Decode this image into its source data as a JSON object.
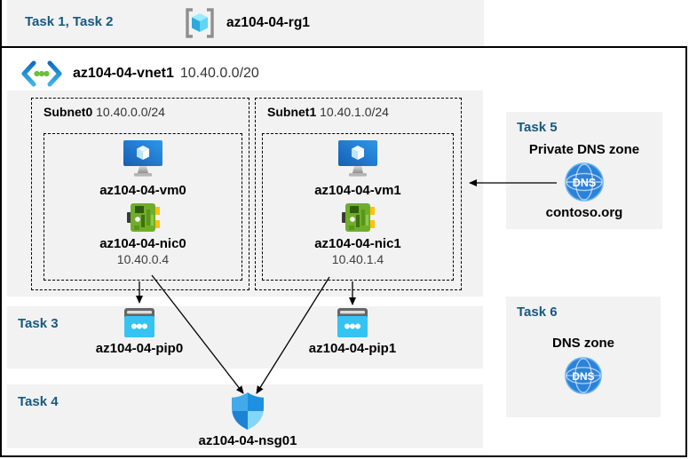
{
  "colors": {
    "band_bg": "#f2f2f2",
    "task_heading": "#17597f",
    "frame_border": "#000000",
    "vm_blue": "#1b74cd",
    "nic_green": "#6fae2a",
    "pip_cyan": "#35c3f3",
    "dns_blue": "#2c82d9"
  },
  "resource_group": {
    "tasks_label": "Task 1, Task 2",
    "name": "az104-04-rg1"
  },
  "vnet": {
    "name": "az104-04-vnet1",
    "cidr": "10.40.0.0/20"
  },
  "subnets": [
    {
      "name": "Subnet0",
      "cidr": "10.40.0.0/24",
      "vm_name": "az104-04-vm0",
      "nic_name": "az104-04-nic0",
      "nic_ip": "10.40.0.4"
    },
    {
      "name": "Subnet1",
      "cidr": "10.40.1.0/24",
      "vm_name": "az104-04-vm1",
      "nic_name": "az104-04-nic1",
      "nic_ip": "10.40.1.4"
    }
  ],
  "task3": {
    "heading": "Task 3",
    "pip0_name": "az104-04-pip0",
    "pip1_name": "az104-04-pip1"
  },
  "task4": {
    "heading": "Task 4",
    "nsg_name": "az104-04-nsg01"
  },
  "task5": {
    "heading": "Task 5",
    "title": "Private DNS zone",
    "zone_name": "contoso.org"
  },
  "task6": {
    "heading": "Task 6",
    "title": "DNS zone"
  },
  "icons": {
    "dns_label": "DNS"
  }
}
